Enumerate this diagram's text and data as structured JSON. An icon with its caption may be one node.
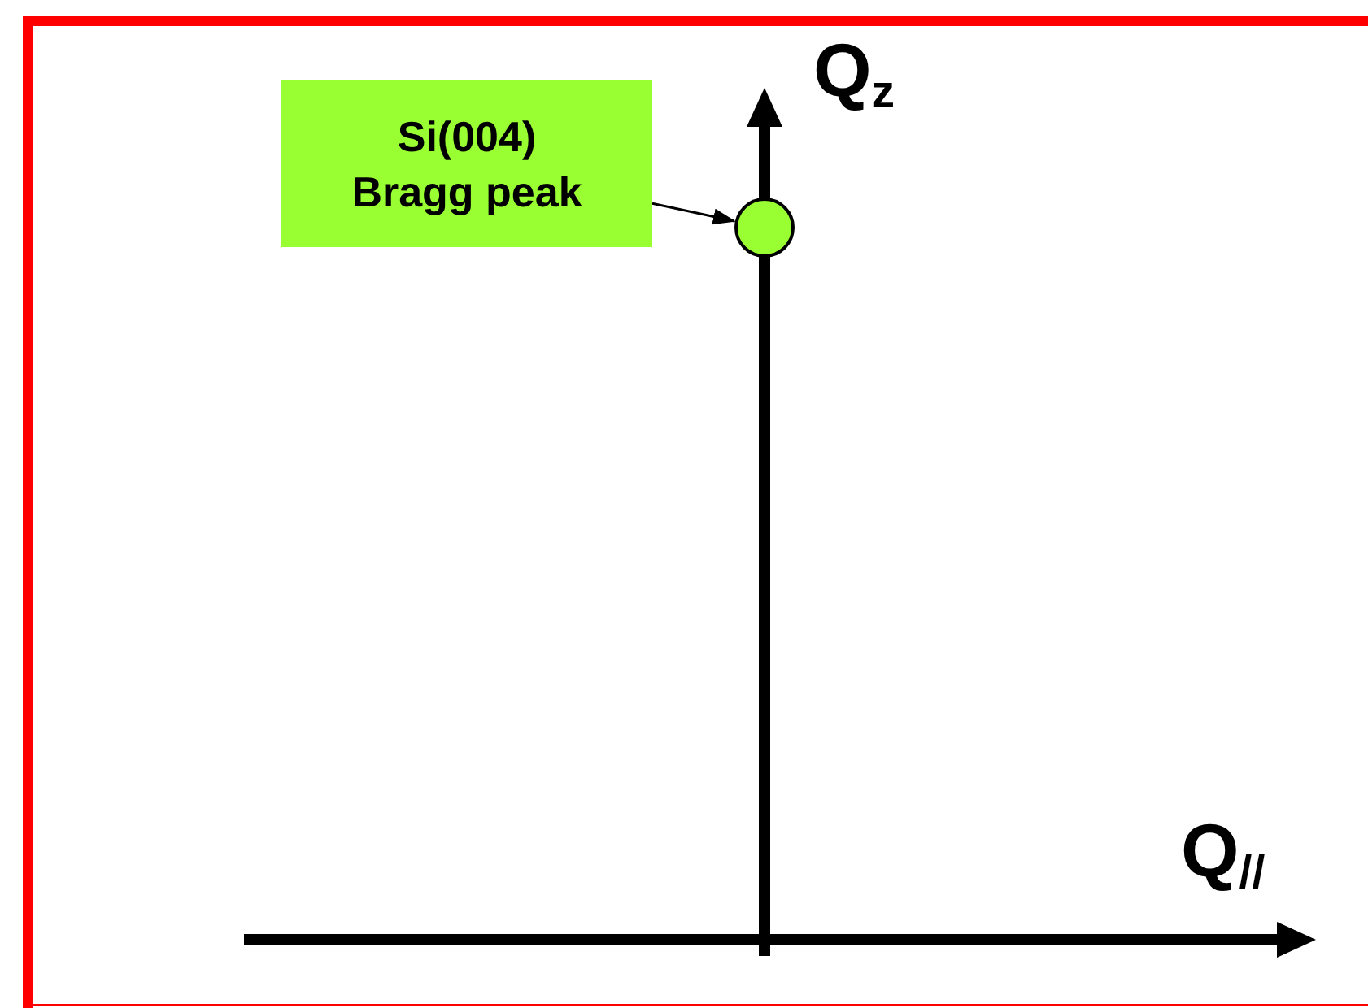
{
  "diagram": {
    "nodes": [
      {
        "text": [
          "Si(004) Bragg peak"
        ]
      },
      {
        "text": [],
        "shape": "circle"
      }
    ],
    "edges": [
      {
        "from": 0,
        "to": 1,
        "arrow": "to"
      }
    ],
    "labels": [
      "Q$_{z}$",
      "Q$_{//}$"
    ]
  }
}
